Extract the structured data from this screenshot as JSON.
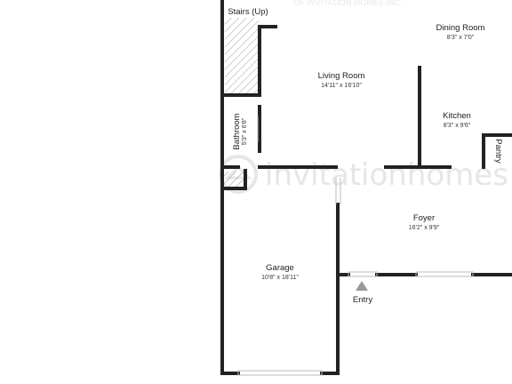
{
  "watermark": {
    "brand": "invitationhomes",
    "top_text": "OF INVITATION HOMES INC."
  },
  "rooms": {
    "stairs": {
      "name": "Stairs (Up)"
    },
    "dining": {
      "name": "Dining Room",
      "dims": "8'3\" x 7'0\""
    },
    "living": {
      "name": "Living Room",
      "dims": "14'11\" x 16'10\""
    },
    "kitchen": {
      "name": "Kitchen",
      "dims": "8'3\" x 9'6\""
    },
    "bathroom": {
      "name": "Bathroom",
      "dims": "5'3\" x 6'8\""
    },
    "pantry": {
      "name": "Pantry"
    },
    "foyer": {
      "name": "Foyer",
      "dims": "16'2\" x 9'9\""
    },
    "garage": {
      "name": "Garage",
      "dims": "10'8\" x 18'11\""
    }
  },
  "entry_label": "Entry",
  "colors": {
    "wall": "#222222",
    "hatch": "#9a9a9a",
    "window": "#bbbbbb",
    "watermark": "#e6e6e6"
  }
}
